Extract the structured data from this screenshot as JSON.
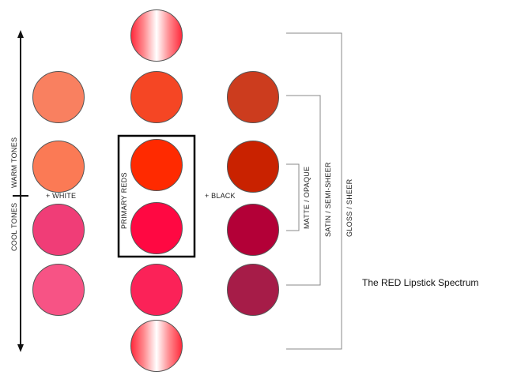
{
  "title": "The RED Lipstick Spectrum",
  "labels": {
    "warm_tones": "WARM TONES",
    "cool_tones": "COOL TONES",
    "plus_white": "+ WHITE",
    "plus_black": "+ BLACK",
    "primary_reds": "PRIMARY REDS",
    "matte": "MATTE / OPAQUE",
    "satin": "SATIN / SEMI-SHEER",
    "gloss": "GLOSS / SHEER"
  },
  "swatches": {
    "white_column": [
      "#f98060",
      "#fb7a55",
      "#f03d77",
      "#f75385"
    ],
    "center_column": [
      "gloss",
      "#f54624",
      "#ff2a00",
      "#ff0842",
      "#fb2258",
      "gloss"
    ],
    "black_column": [
      "#cc3c1e",
      "#c92200",
      "#b30037",
      "#a61c48"
    ]
  },
  "colors": {
    "gloss_edge": "#ff2a3c",
    "gloss_center": "#ffffff",
    "line": "#888888",
    "axis": "#111111"
  }
}
